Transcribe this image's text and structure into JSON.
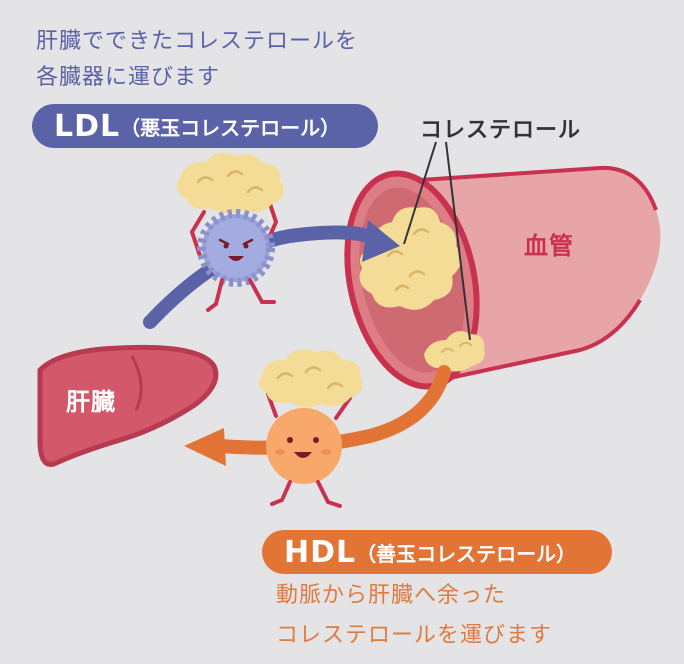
{
  "ldl": {
    "description_line1": "肝臓でできたコレステロールを",
    "description_line2": "各臓器に運びます",
    "name": "LDL",
    "subtitle": "（悪玉コレステロール）"
  },
  "hdl": {
    "name": "HDL",
    "subtitle": "（善玉コレステロール）",
    "description_line1": "動脈から肝臓へ余った",
    "description_line2": "コレステロールを運びます"
  },
  "labels": {
    "cholesterol": "コレステロール",
    "blood_vessel": "血管",
    "liver": "肝臓"
  },
  "colors": {
    "ldl": "#5a62a8",
    "hdl": "#e27436",
    "vessel": "#c8324f",
    "liver": "#d2586a",
    "cholesterol": "#f5dc96"
  }
}
